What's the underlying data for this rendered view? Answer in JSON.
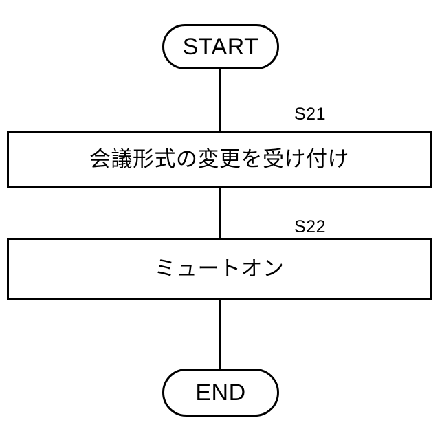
{
  "diagram": {
    "type": "flowchart",
    "orientation": "vertical",
    "background_color": "#ffffff",
    "stroke_color": "#000000",
    "nodes": [
      {
        "id": "start",
        "shape": "terminator",
        "label": "START"
      },
      {
        "id": "s21",
        "shape": "process",
        "step_label": "S21",
        "label": "会議形式の変更を受け付け"
      },
      {
        "id": "s22",
        "shape": "process",
        "step_label": "S22",
        "label": "ミュートオン"
      },
      {
        "id": "end",
        "shape": "terminator",
        "label": "END"
      }
    ],
    "edges": [
      {
        "from": "start",
        "to": "s21"
      },
      {
        "from": "s21",
        "to": "s22"
      },
      {
        "from": "s22",
        "to": "end"
      }
    ]
  }
}
